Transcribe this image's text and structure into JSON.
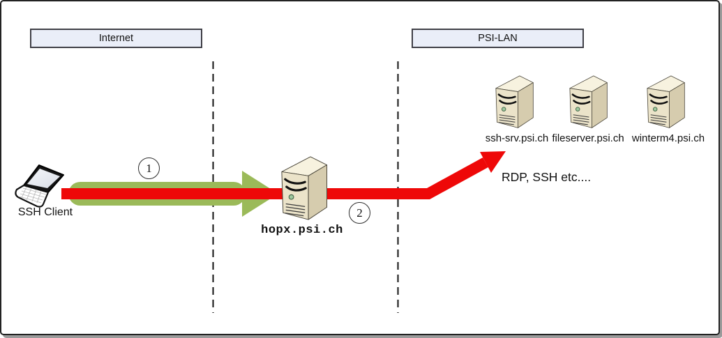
{
  "zones": [
    {
      "label": "Internet"
    },
    {
      "label": "PSI-LAN"
    }
  ],
  "client": {
    "label": "SSH Client"
  },
  "jump_host": {
    "label": "hopx.psi.ch"
  },
  "servers": [
    {
      "label": "ssh-srv.psi.ch"
    },
    {
      "label": "fileserver.psi.ch"
    },
    {
      "label": "winterm4.psi.ch"
    }
  ],
  "steps": [
    {
      "number": "1"
    },
    {
      "number": "2"
    }
  ],
  "note": {
    "protocols": "RDP, SSH etc...."
  },
  "colors": {
    "step1_arrow": "#9bba59",
    "step2_arrow": "#ee0808",
    "zone_box_fill": "#eaeef8",
    "zone_box_border": "#3f3f46"
  }
}
